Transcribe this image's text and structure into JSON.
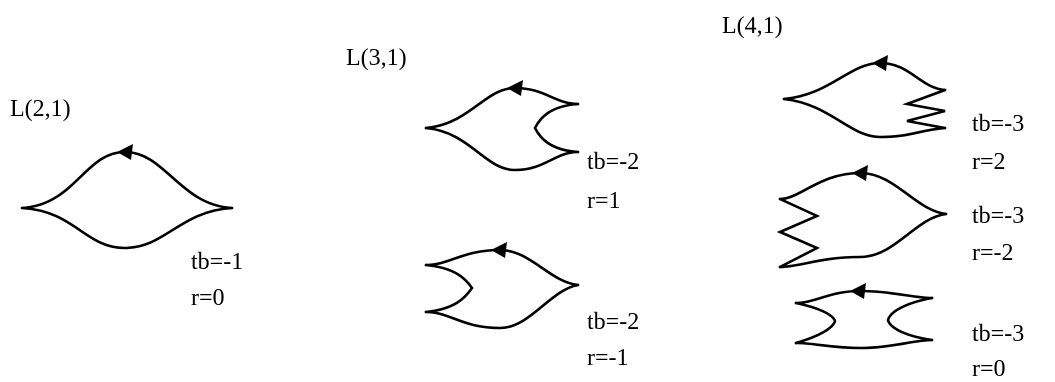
{
  "knots": [
    {
      "id": "L21",
      "title": "L(2,1)",
      "fronts": [
        {
          "tb": "tb=-1",
          "r": "r=0"
        }
      ]
    },
    {
      "id": "L31",
      "title": "L(3,1)",
      "fronts": [
        {
          "tb": "tb=-2",
          "r": "r=1"
        },
        {
          "tb": "tb=-2",
          "r": "r=-1"
        }
      ]
    },
    {
      "id": "L41",
      "title": "L(4,1)",
      "fronts": [
        {
          "tb": "tb=-3",
          "r": "r=2"
        },
        {
          "tb": "tb=-3",
          "r": "r=-2"
        },
        {
          "tb": "tb=-3",
          "r": "r=0"
        }
      ]
    }
  ]
}
